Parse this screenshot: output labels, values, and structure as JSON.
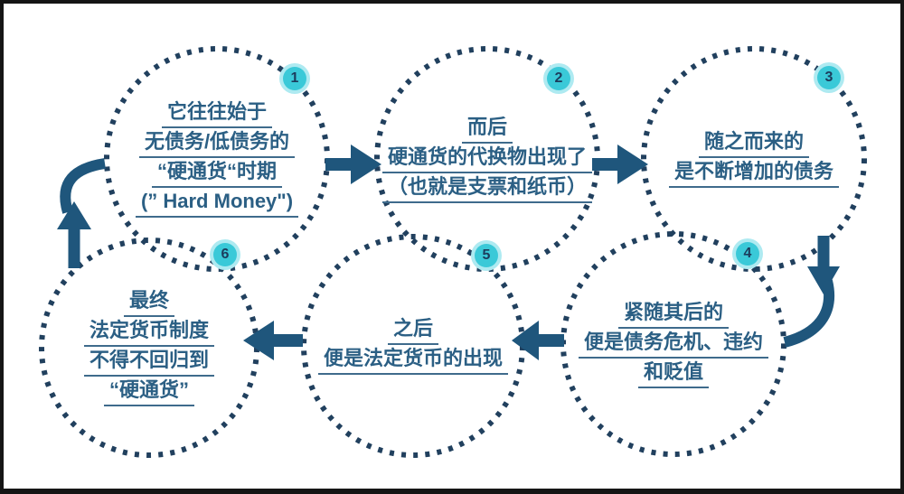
{
  "colors": {
    "background": "#FFFFFF",
    "frame_border": "#151515",
    "dot": "#21405E",
    "arrow": "#1F567C",
    "text": "#2B5F84",
    "underline": "#3F6B8C",
    "badge_fill": "#3AC9D8",
    "badge_halo": "#AEEAF1",
    "badge_number": "#1C3C5C"
  },
  "steps": [
    {
      "number": "1",
      "lines": [
        "它往往始于",
        "无债务/低债务的",
        "“硬通货“时期",
        "(” Hard Money\")"
      ]
    },
    {
      "number": "2",
      "lines": [
        "而后",
        "硬通货的代换物出现了",
        "（也就是支票和纸币）"
      ]
    },
    {
      "number": "3",
      "lines": [
        "随之而来的",
        "是不断增加的债务"
      ]
    },
    {
      "number": "4",
      "lines": [
        "紧随其后的",
        "便是债务危机、违约",
        "和贬值"
      ]
    },
    {
      "number": "5",
      "lines": [
        "之后",
        "便是法定货币的出现"
      ]
    },
    {
      "number": "6",
      "lines": [
        "最终",
        "法定货币制度",
        "不得不回归到",
        "“硬通货”"
      ]
    }
  ],
  "connectors": [
    {
      "name": "arrow-step1-to-step2",
      "direction": "right"
    },
    {
      "name": "arrow-step2-to-step3",
      "direction": "right"
    },
    {
      "name": "arrow-step3-to-step4",
      "direction": "curved-down-left"
    },
    {
      "name": "arrow-step4-to-step5",
      "direction": "left"
    },
    {
      "name": "arrow-step5-to-step6",
      "direction": "left"
    },
    {
      "name": "arrow-step6-to-step1",
      "direction": "curved-up-right"
    }
  ]
}
